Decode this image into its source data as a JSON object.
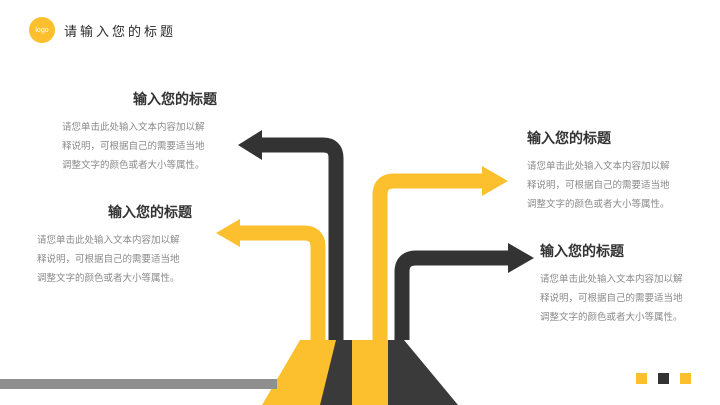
{
  "header": {
    "logo_text": "logo",
    "title": "请输入您的标题"
  },
  "blocks": [
    {
      "title": "输入您的标题",
      "line1": "请您单击此处输入文本内容加以解",
      "line2": "释说明，可根据自己的需要适当地",
      "line3": "调整文字的颜色或者大小等属性。"
    },
    {
      "title": "输入您的标题",
      "line1": "请您单击此处输入文本内容加以解",
      "line2": "释说明，可根据自己的需要适当地",
      "line3": "调整文字的颜色或者大小等属性。"
    },
    {
      "title": "输入您的标题",
      "line1": "请您单击此处输入文本内容加以解",
      "line2": "释说明，可根据自己的需要适当地",
      "line3": "调整文字的颜色或者大小等属性。"
    },
    {
      "title": "输入您的标题",
      "line1": "请您单击此处输入文本内容加以解",
      "line2": "释说明，可根据自己的需要适当地",
      "line3": "调整文字的颜色或者大小等属性。"
    }
  ],
  "colors": {
    "accent": "#fcc02e",
    "dark": "#333333",
    "gray_bar": "#8f8f8f"
  }
}
